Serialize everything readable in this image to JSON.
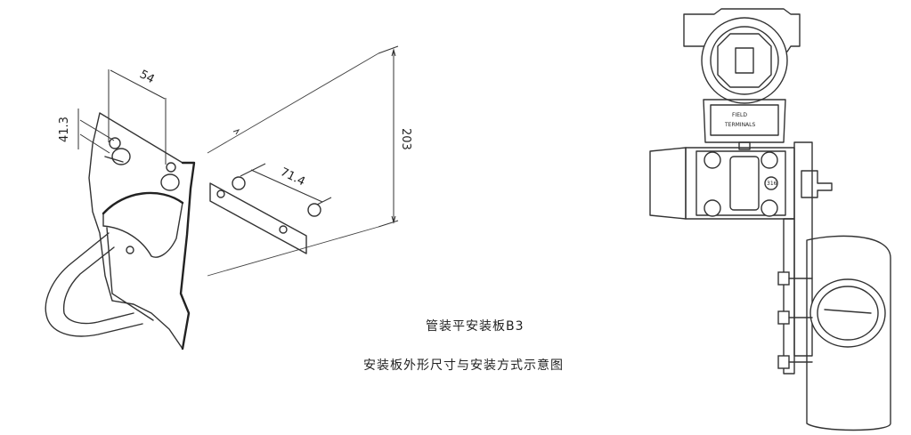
{
  "captions": {
    "title": "管装平安装板B3",
    "subtitle": "安装板外形尺寸与安装方式示意图"
  },
  "dimensions": {
    "hole_spacing_top": "54",
    "hole_offset_side": "41.3",
    "plate_height": "203",
    "hole_spacing_plate": "71.4"
  },
  "transmitter": {
    "terminal_label_line1": "FIELD",
    "terminal_label_line2": "TERMINALS",
    "flange_marking": "316"
  }
}
